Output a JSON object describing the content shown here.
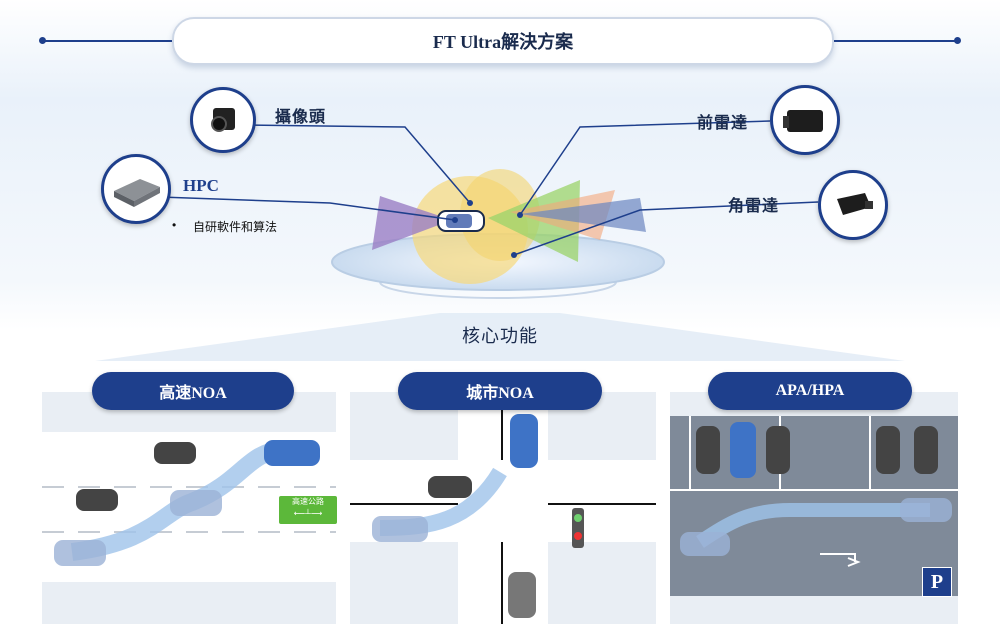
{
  "header": {
    "title": "FT Ultra解決方案"
  },
  "sensors": {
    "camera": "攝像頭",
    "front_radar": "前雷達",
    "corner_radar": "角雷達",
    "hpc": "HPC",
    "hpc_bullet": "自研軟件和算法"
  },
  "core": {
    "title": "核心功能"
  },
  "features": [
    {
      "title": "高速NOA",
      "sign": "高速公路"
    },
    {
      "title": "城市NOA"
    },
    {
      "title": "APA/HPA",
      "sign": "P"
    }
  ],
  "colors": {
    "brand": "#1e3f8c",
    "sign_green": "#5cb83a"
  }
}
